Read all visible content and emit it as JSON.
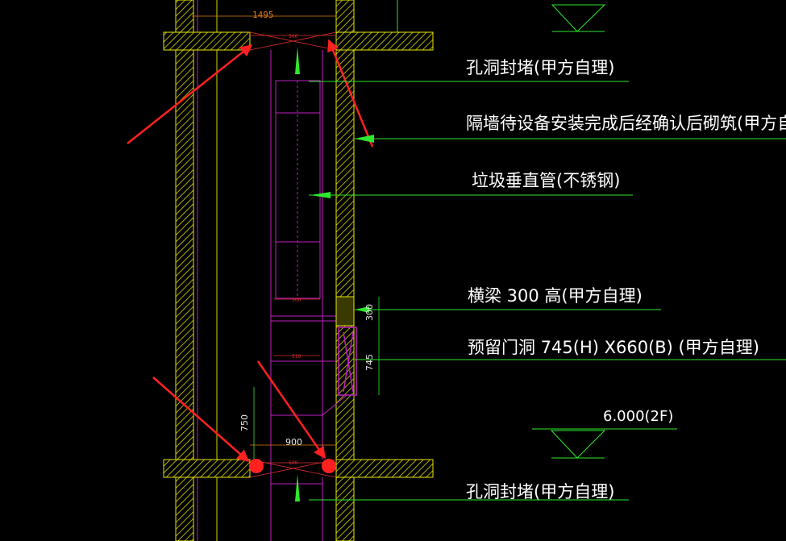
{
  "colors": {
    "background": "#000000",
    "wall_hatch": "#d6d600",
    "wall_outline": "#e8e800",
    "leader": "#2ee82e",
    "magenta": "#c020c0",
    "red_dim": "#e03030",
    "orange_dim": "#e07a10",
    "arrow_red": "#ff2020",
    "text": "#ffffff"
  },
  "dims": {
    "top_width": "1495",
    "top_opening": "500",
    "mid_opening_1": "500",
    "mid_opening_2": "510",
    "beam_height": "300",
    "door_height": "745",
    "lower_height": "750",
    "bottom_width": "900",
    "bottom_opening": "500"
  },
  "labels": {
    "hole_seal_top": "孔洞封堵(甲方自理)",
    "partition_wall": "隔墙待设备安装完成后经确认后砌筑(甲方自理)",
    "chute_pipe": "垃圾垂直管(不锈钢)",
    "beam": "横梁 300  高(甲方自理)",
    "door_opening": "预留门洞  745(H)   X660(B)   (甲方自理)",
    "elevation": "6.000(2F)",
    "hole_seal_bottom": "孔洞封堵(甲方自理)"
  }
}
